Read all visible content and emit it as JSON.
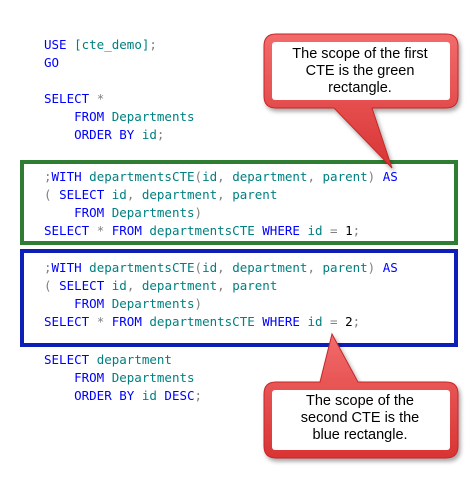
{
  "code_block_1": [
    [
      {
        "t": "USE ",
        "c": "kw"
      },
      {
        "t": "[cte_demo]",
        "c": "id"
      },
      {
        "t": ";",
        "c": "op"
      }
    ],
    [
      {
        "t": "GO",
        "c": "kw"
      }
    ],
    [],
    [
      {
        "t": "SELECT ",
        "c": "kw"
      },
      {
        "t": "*",
        "c": "op"
      }
    ],
    [
      {
        "t": "    FROM ",
        "c": "kw"
      },
      {
        "t": "Departments",
        "c": "id"
      }
    ],
    [
      {
        "t": "    ORDER BY ",
        "c": "kw"
      },
      {
        "t": "id",
        "c": "id"
      },
      {
        "t": ";",
        "c": "op"
      }
    ]
  ],
  "code_block_2": [
    [
      {
        "t": ";",
        "c": "op"
      },
      {
        "t": "WITH ",
        "c": "kw"
      },
      {
        "t": "departmentsCTE",
        "c": "id"
      },
      {
        "t": "(",
        "c": "op"
      },
      {
        "t": "id",
        "c": "id"
      },
      {
        "t": ", ",
        "c": "op"
      },
      {
        "t": "department",
        "c": "id"
      },
      {
        "t": ", ",
        "c": "op"
      },
      {
        "t": "parent",
        "c": "id"
      },
      {
        "t": ") ",
        "c": "op"
      },
      {
        "t": "AS",
        "c": "kw"
      }
    ],
    [
      {
        "t": "( ",
        "c": "op"
      },
      {
        "t": "SELECT ",
        "c": "kw"
      },
      {
        "t": "id",
        "c": "id"
      },
      {
        "t": ", ",
        "c": "op"
      },
      {
        "t": "department",
        "c": "id"
      },
      {
        "t": ", ",
        "c": "op"
      },
      {
        "t": "parent",
        "c": "id"
      }
    ],
    [
      {
        "t": "    FROM ",
        "c": "kw"
      },
      {
        "t": "Departments",
        "c": "id"
      },
      {
        "t": ")",
        "c": "op"
      }
    ],
    [
      {
        "t": "SELECT ",
        "c": "kw"
      },
      {
        "t": "* ",
        "c": "op"
      },
      {
        "t": "FROM ",
        "c": "kw"
      },
      {
        "t": "departmentsCTE ",
        "c": "id"
      },
      {
        "t": "WHERE ",
        "c": "kw"
      },
      {
        "t": "id ",
        "c": "id"
      },
      {
        "t": "= ",
        "c": "op"
      },
      {
        "t": "1",
        "c": "txt"
      },
      {
        "t": ";",
        "c": "op"
      }
    ]
  ],
  "code_block_3": [
    [
      {
        "t": ";",
        "c": "op"
      },
      {
        "t": "WITH ",
        "c": "kw"
      },
      {
        "t": "departmentsCTE",
        "c": "id"
      },
      {
        "t": "(",
        "c": "op"
      },
      {
        "t": "id",
        "c": "id"
      },
      {
        "t": ", ",
        "c": "op"
      },
      {
        "t": "department",
        "c": "id"
      },
      {
        "t": ", ",
        "c": "op"
      },
      {
        "t": "parent",
        "c": "id"
      },
      {
        "t": ") ",
        "c": "op"
      },
      {
        "t": "AS",
        "c": "kw"
      }
    ],
    [
      {
        "t": "( ",
        "c": "op"
      },
      {
        "t": "SELECT ",
        "c": "kw"
      },
      {
        "t": "id",
        "c": "id"
      },
      {
        "t": ", ",
        "c": "op"
      },
      {
        "t": "department",
        "c": "id"
      },
      {
        "t": ", ",
        "c": "op"
      },
      {
        "t": "parent",
        "c": "id"
      }
    ],
    [
      {
        "t": "    FROM ",
        "c": "kw"
      },
      {
        "t": "Departments",
        "c": "id"
      },
      {
        "t": ")",
        "c": "op"
      }
    ],
    [
      {
        "t": "SELECT ",
        "c": "kw"
      },
      {
        "t": "* ",
        "c": "op"
      },
      {
        "t": "FROM ",
        "c": "kw"
      },
      {
        "t": "departmentsCTE ",
        "c": "id"
      },
      {
        "t": "WHERE ",
        "c": "kw"
      },
      {
        "t": "id ",
        "c": "id"
      },
      {
        "t": "= ",
        "c": "op"
      },
      {
        "t": "2",
        "c": "txt"
      },
      {
        "t": ";",
        "c": "op"
      }
    ]
  ],
  "code_block_4": [
    [
      {
        "t": "SELECT ",
        "c": "kw"
      },
      {
        "t": "department",
        "c": "id"
      }
    ],
    [
      {
        "t": "    FROM ",
        "c": "kw"
      },
      {
        "t": "Departments",
        "c": "id"
      }
    ],
    [
      {
        "t": "    ORDER BY ",
        "c": "kw"
      },
      {
        "t": "id ",
        "c": "id"
      },
      {
        "t": "DESC",
        "c": "kw"
      },
      {
        "t": ";",
        "c": "op"
      }
    ]
  ],
  "callout_first": {
    "lines": [
      "The scope of the first",
      "CTE is the green",
      "rectangle."
    ]
  },
  "callout_second": {
    "lines": [
      "The scope of the",
      "second CTE is the",
      "blue rectangle."
    ]
  },
  "colors": {
    "green_box": "#2e7d32",
    "blue_box": "#0d1fb8",
    "callout_fill": "#ef4a4a",
    "callout_inner": "#ffffff",
    "keyword": "#0000ff",
    "identifier": "#008080",
    "operator": "#808080"
  }
}
